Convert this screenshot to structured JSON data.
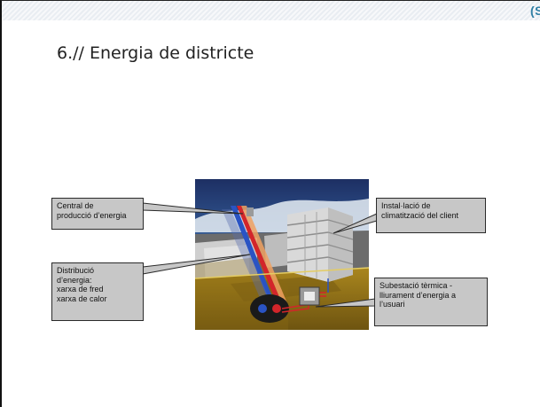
{
  "header": {
    "corner_text": "(S"
  },
  "slide": {
    "title": "6.// Energia de districte"
  },
  "callouts": {
    "central": "Central de\nproducció d’energia",
    "installacio": "Instal·lació de\nclimatització del client",
    "distribucio": "Distribució\nd’energia:\nxarxa de fred\nxarxa de calor",
    "subestacio": "Subestació tèrmica -\nlliurament d’energia a\nl’usuari"
  },
  "colors": {
    "callout_fill": "#c7c7c7",
    "corner_text": "#2f7fa5",
    "cold_pipe": "#2a53c4",
    "hot_pipe": "#d3252a"
  }
}
